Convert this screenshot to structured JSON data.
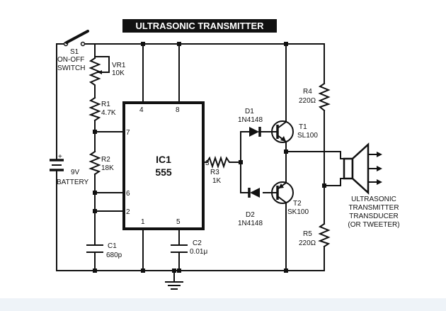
{
  "title": "ULTRASONIC TRANSMITTER",
  "components": {
    "s1": {
      "ref": "S1",
      "name1": "ON-OFF",
      "name2": "SWITCH"
    },
    "vr1": {
      "ref": "VR1",
      "value": "10K"
    },
    "r1": {
      "ref": "R1",
      "value": "4.7K"
    },
    "r2": {
      "ref": "R2",
      "value": "18K"
    },
    "battery": {
      "value": "9V",
      "name": "BATTERY",
      "plus": "+"
    },
    "c1": {
      "ref": "C1",
      "value": "680p"
    },
    "c2": {
      "ref": "C2",
      "value": "0.01μ"
    },
    "ic1": {
      "ref": "IC1",
      "part": "555",
      "pins": {
        "p4": "4",
        "p8": "8",
        "p7": "7",
        "p6": "6",
        "p2": "2",
        "p1": "1",
        "p5": "5",
        "p3": "3"
      }
    },
    "r3": {
      "ref": "R3",
      "value": "1K"
    },
    "d1": {
      "ref": "D1",
      "part": "1N4148"
    },
    "d2": {
      "ref": "D2",
      "part": "1N4148"
    },
    "t1": {
      "ref": "T1",
      "part": "SL100"
    },
    "t2": {
      "ref": "T2",
      "part": "SK100"
    },
    "r4": {
      "ref": "R4",
      "value": "220Ω"
    },
    "r5": {
      "ref": "R5",
      "value": "220Ω"
    },
    "transducer": {
      "line1": "ULTRASONIC",
      "line2": "TRANSMITTER",
      "line3": "TRANSDUCER",
      "line4": "(OR TWEETER)"
    }
  }
}
